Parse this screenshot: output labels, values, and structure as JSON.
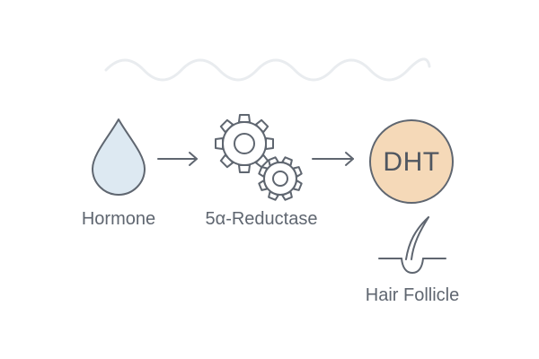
{
  "nodes": {
    "hormone": {
      "label": "Hormone"
    },
    "enzyme": {
      "label": "5α-Reductase"
    },
    "product": {
      "label": "DHT"
    },
    "target": {
      "label": "Hair Follicle"
    }
  },
  "colors": {
    "stroke": "#5f6670",
    "drop_fill": "#dde9f2",
    "dht_fill": "#f5d9b8",
    "wave": "#e9ecef"
  },
  "icons": {
    "hormone": "droplet-icon",
    "enzyme": "gears-icon",
    "target": "hair-follicle-icon"
  }
}
